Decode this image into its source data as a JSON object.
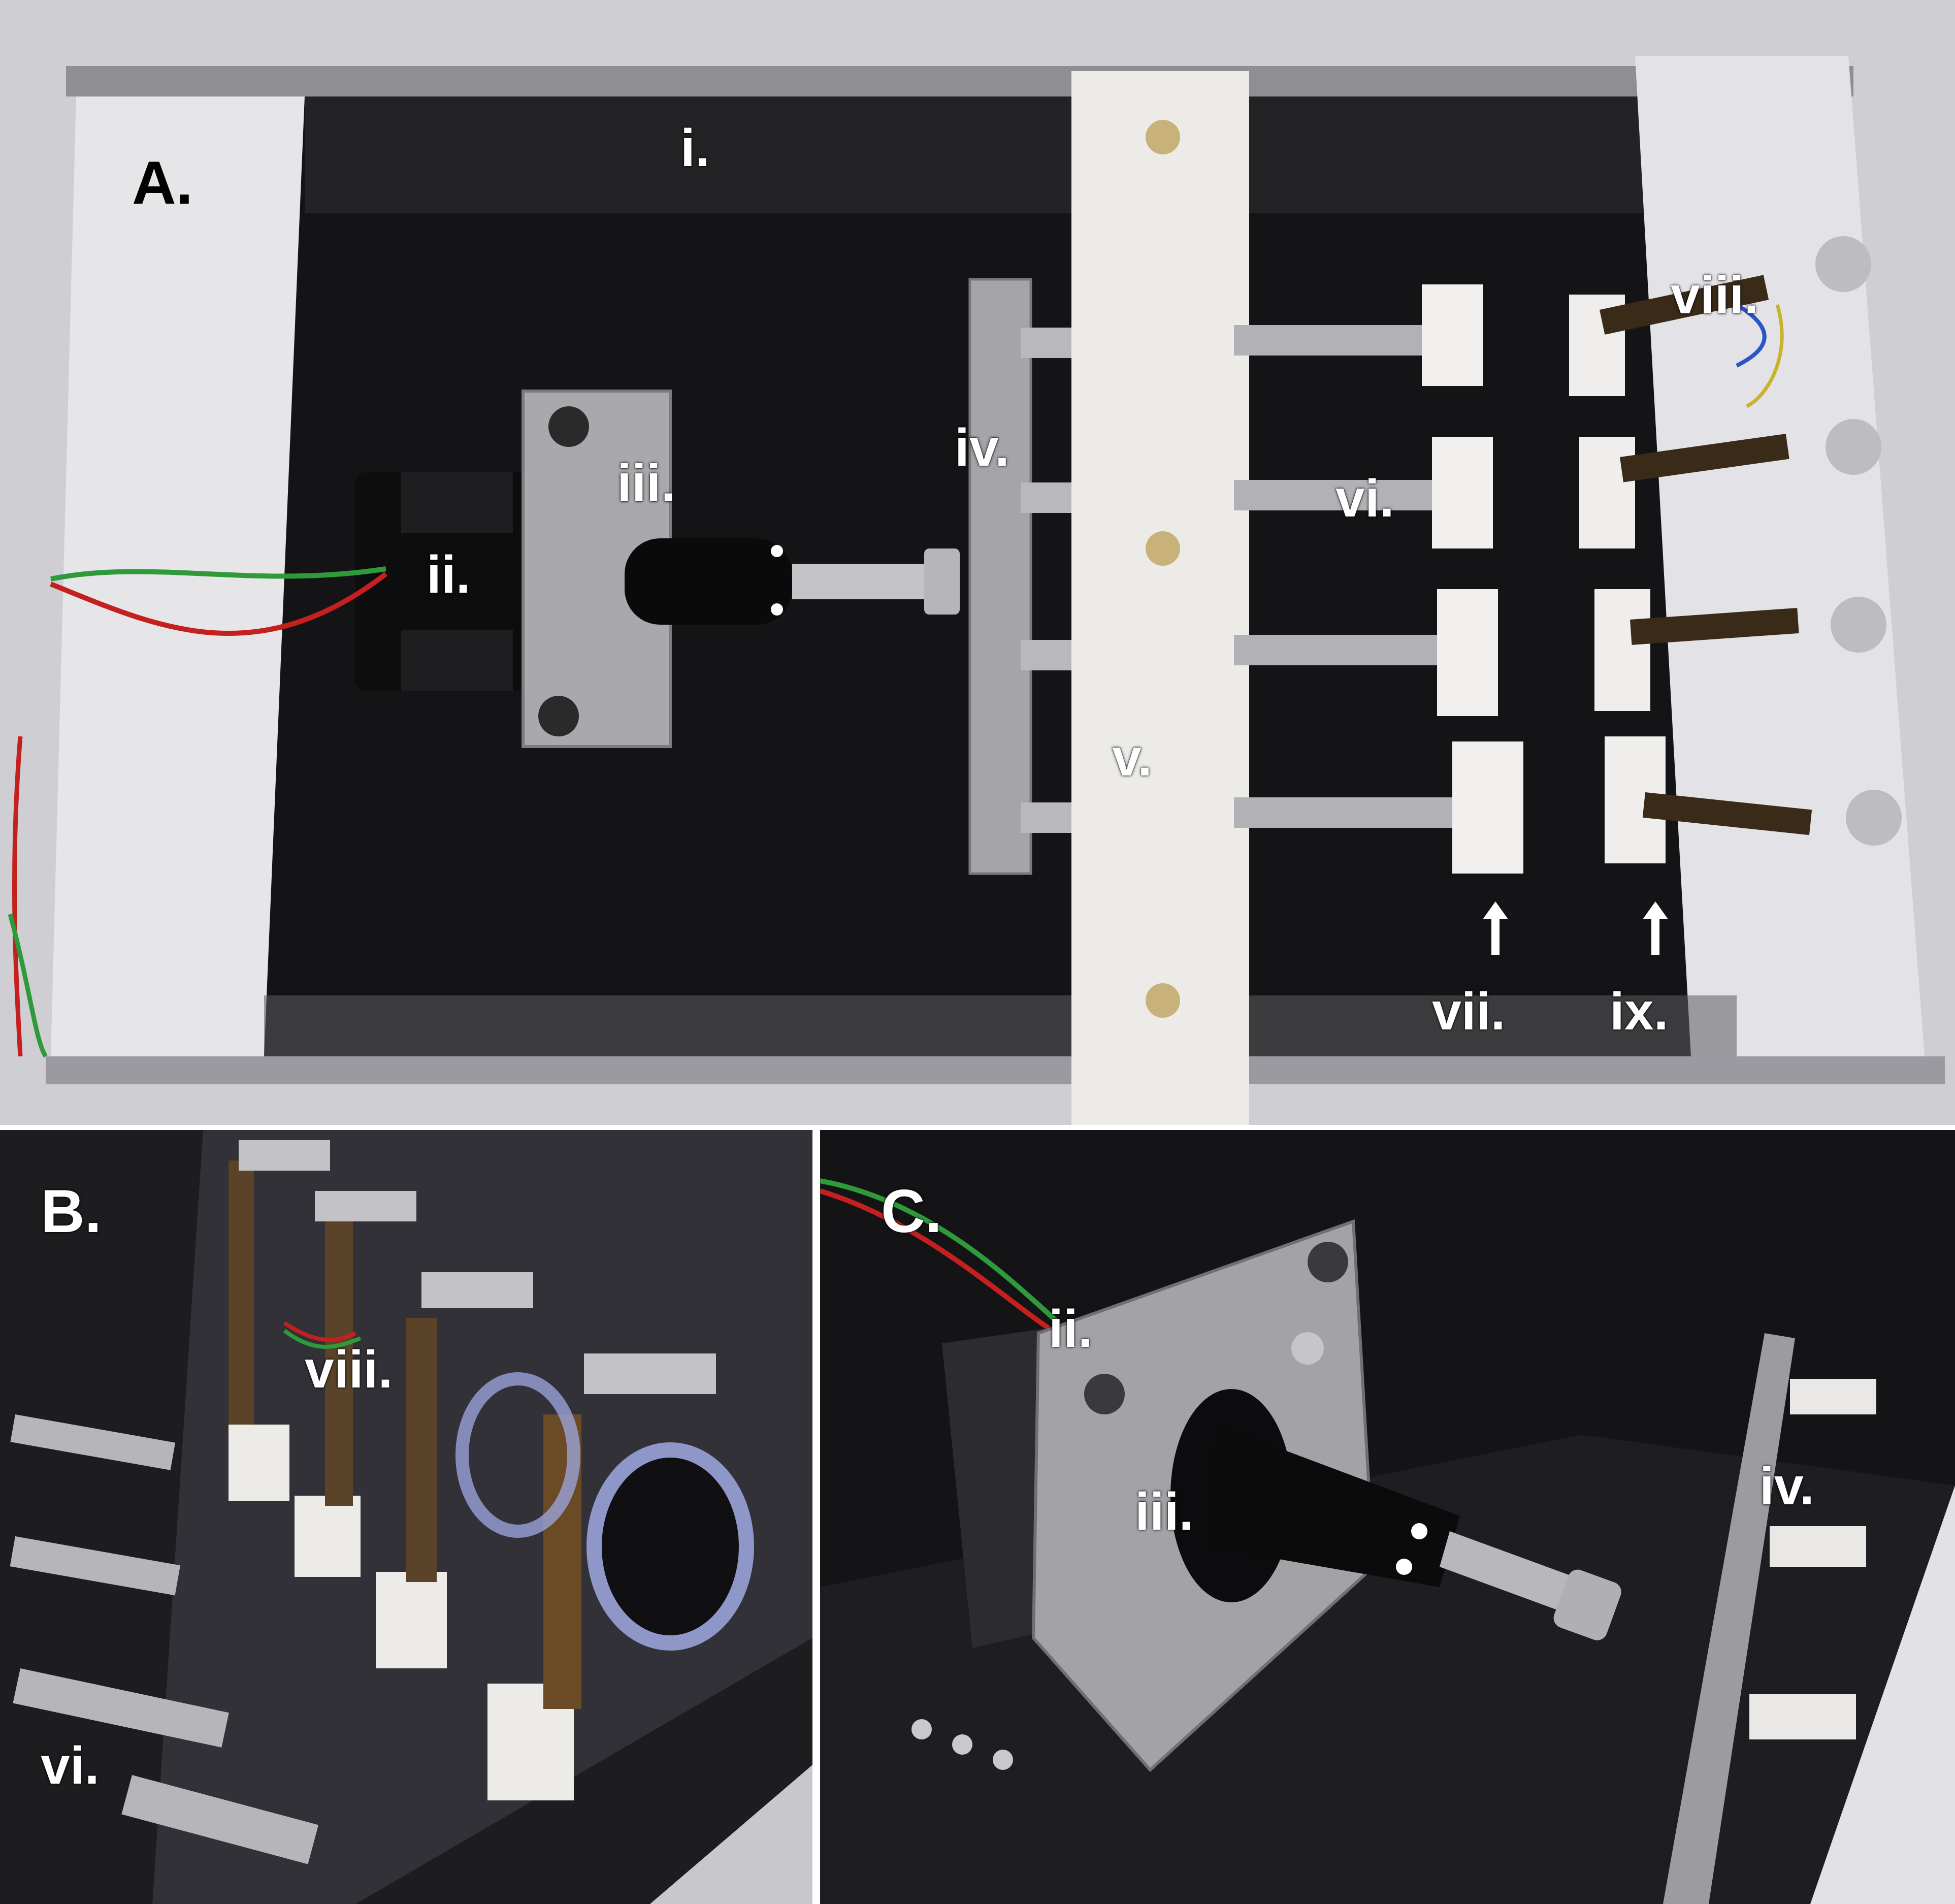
{
  "panels": {
    "a": {
      "letter": "A."
    },
    "b": {
      "letter": "B."
    },
    "c": {
      "letter": "C."
    }
  },
  "labels": {
    "a": {
      "i": "i.",
      "ii": "ii.",
      "iii": "iii.",
      "iv": "iv.",
      "v": "v.",
      "vi": "vi.",
      "vii": "vii.",
      "viii": "viii.",
      "ix": "ix."
    },
    "b": {
      "viii": "viii.",
      "vi": "vi."
    },
    "c": {
      "ii": "ii.",
      "iii": "iii.",
      "iv": "iv."
    }
  },
  "colors": {
    "frame": "#c9c9cc",
    "floor": "#111113",
    "acrylic_white": "#e9e8ea",
    "aluminum": "#a9a9ad",
    "motor": "#151515",
    "wire_red": "#c42020",
    "wire_green": "#2f9a3a"
  }
}
